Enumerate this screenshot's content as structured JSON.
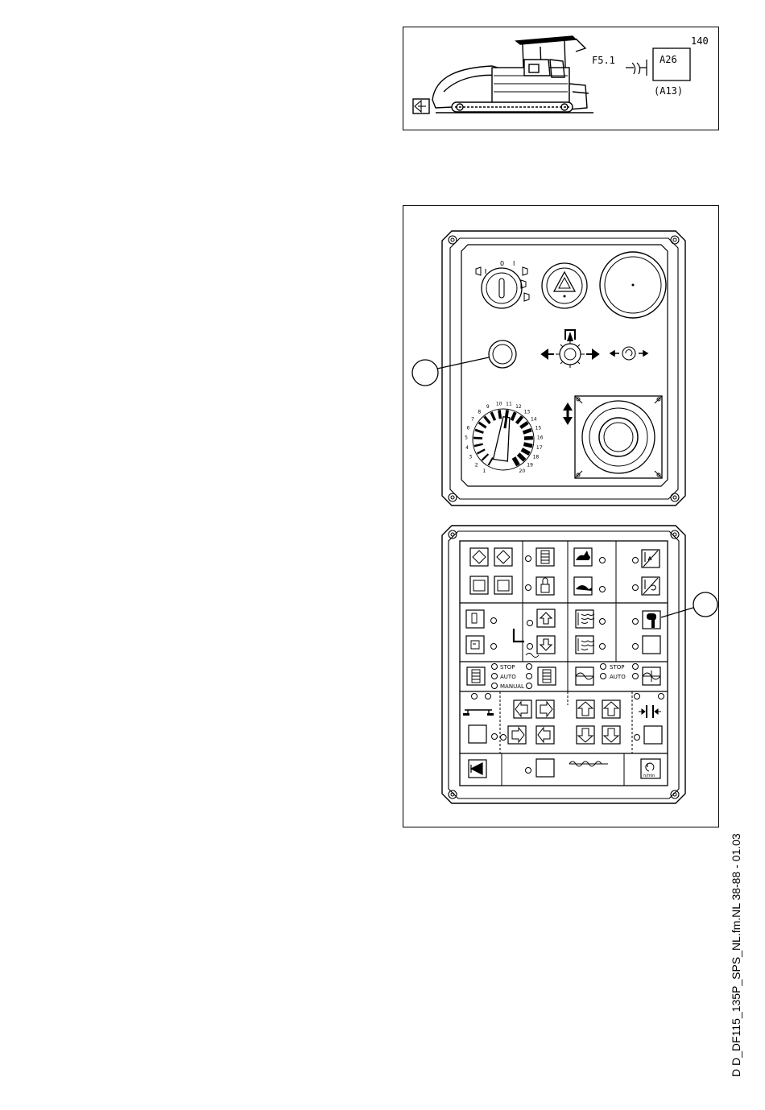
{
  "diagram": {
    "page_number": "140",
    "fuse_label": "F5.1",
    "module_label": "A26",
    "module_alt_label": "(A13)"
  },
  "panel_labels": {
    "stop": "STOP",
    "auto": "AUTO",
    "manual": "MANUAL",
    "rpm_unit": "n/min"
  },
  "dial_numbers": [
    "7",
    "6",
    "5",
    "4",
    "3",
    "2",
    "1",
    "8",
    "9",
    "10",
    "11",
    "12",
    "13",
    "14",
    "15",
    "16",
    "17",
    "18",
    "19",
    "20"
  ],
  "icons": {
    "display_icon": "screen-arrow-icon",
    "ignition": "ignition-key-switch",
    "hazard": "hazard-warning-icon",
    "horn": "horn-icon",
    "wrench": "wrench-icon",
    "hare": "fast-hare-icon",
    "turtle": "slow-turtle-icon"
  },
  "footer": {
    "doc_ref": "D D_DF115_135P_SPS_NL.fm.NL 38-88 - 01.03"
  }
}
